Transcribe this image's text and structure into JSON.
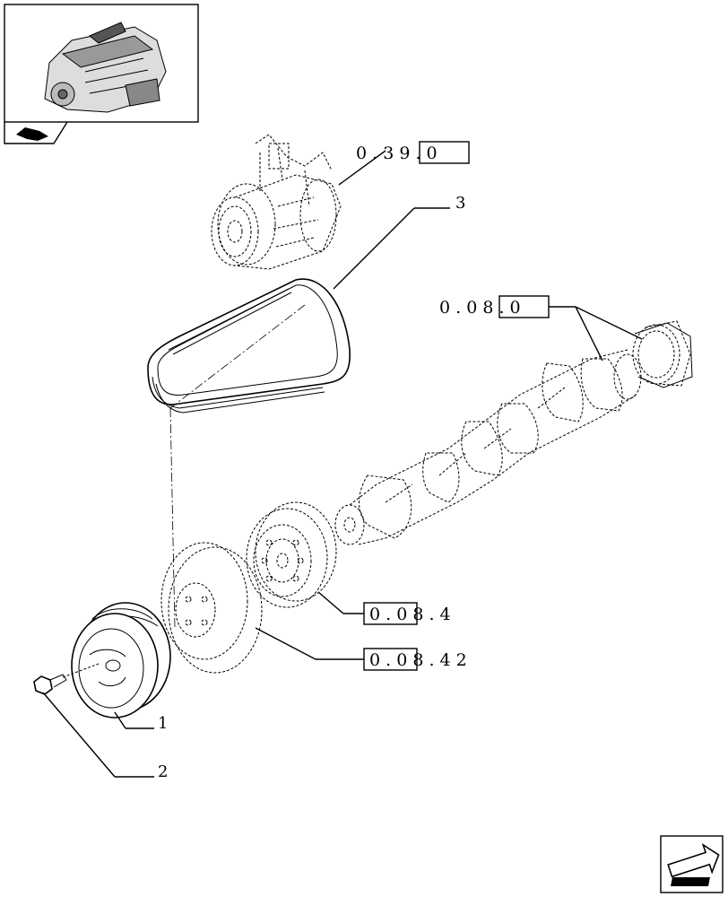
{
  "diagram": {
    "references": {
      "compressor_ref": "0 . 3 9 . 0",
      "gear_ref": "0 . 0 8 . 0",
      "damper_ref": "0 . 0 8 . 4",
      "pulley_ref": "0 . 0 8 . 4 2"
    },
    "callouts": {
      "belt": "3",
      "crank_pulley": "1",
      "screw": "2"
    }
  }
}
